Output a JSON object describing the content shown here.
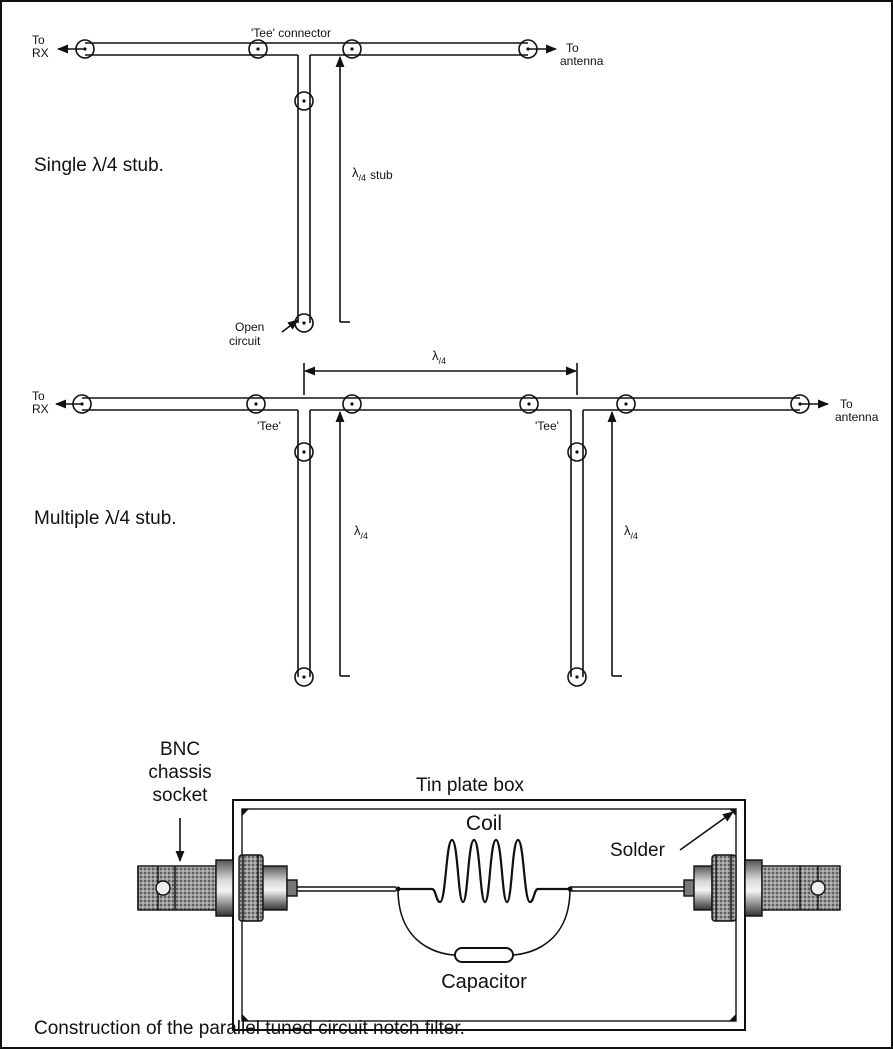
{
  "single_stub": {
    "left_label": [
      "To",
      "RX"
    ],
    "right_label": [
      "To",
      "antenna"
    ],
    "tee_label": "'Tee' connector",
    "stub_label": "stub",
    "open_label": [
      "Open",
      "circuit"
    ],
    "caption": "Single λ/4 stub."
  },
  "multiple_stub": {
    "left_label": [
      "To",
      "RX"
    ],
    "right_label": [
      "To",
      "antenna"
    ],
    "tee1_label": "'Tee'",
    "tee2_label": "'Tee'",
    "caption": "Multiple λ/4 stub."
  },
  "lambda": "λ",
  "quarter": "/4",
  "notch_filter": {
    "socket_label": [
      "BNC",
      "chassis",
      "socket"
    ],
    "box_label": "Tin plate box",
    "coil_label": "Coil",
    "solder_label": "Solder",
    "capacitor_label": "Capacitor",
    "caption": "Construction of the parallel tuned circuit notch filter."
  },
  "colors": {
    "ink": "#111111",
    "background": "#ffffff"
  }
}
